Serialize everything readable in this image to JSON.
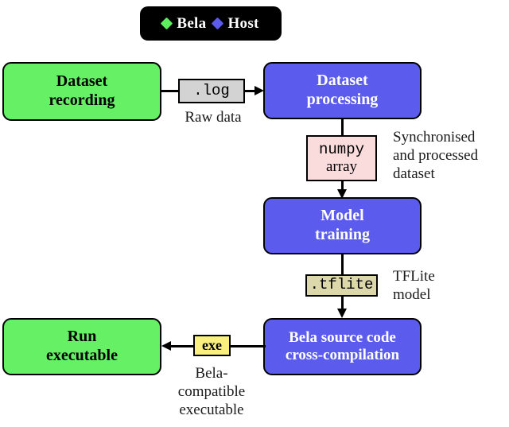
{
  "diagram": {
    "title": "Bela / Host machine-learning pipeline flowchart",
    "legend": {
      "items": [
        {
          "label": "Bela",
          "color": "#5CF05C",
          "marker": "diamond-marker"
        },
        {
          "label": "Host",
          "color": "#5B5BEE",
          "marker": "diamond-marker"
        }
      ],
      "background": "#000000",
      "text_color": "#ffffff"
    },
    "nodes": [
      {
        "id": "dataset-recording",
        "line1": "Dataset",
        "line2": "recording",
        "platform": "Bela",
        "fill": "#66F066",
        "text_color": "#000000"
      },
      {
        "id": "dataset-processing",
        "line1": "Dataset",
        "line2": "processing",
        "platform": "Host",
        "fill": "#5B5BEE",
        "text_color": "#ffffff"
      },
      {
        "id": "model-training",
        "line1": "Model",
        "line2": "training",
        "platform": "Host",
        "fill": "#5B5BEE",
        "text_color": "#ffffff"
      },
      {
        "id": "bela-source-code-cross-compilation",
        "line1": "Bela source code",
        "line2": "cross-compilation",
        "platform": "Host",
        "fill": "#5B5BEE",
        "text_color": "#ffffff"
      },
      {
        "id": "run-executable",
        "line1": "Run",
        "line2": "executable",
        "platform": "Bela",
        "fill": "#66F066",
        "text_color": "#000000"
      }
    ],
    "artifacts": [
      {
        "id": "log-file",
        "line1": ".log",
        "line2": "",
        "fill": "#D3D3D3",
        "caption": "Raw data"
      },
      {
        "id": "numpy-array",
        "line1": "numpy",
        "line2": "array",
        "fill": "#FADCDC",
        "caption": "Synchronised and processed dataset"
      },
      {
        "id": "tflite-model",
        "line1": ".tflite",
        "line2": "",
        "fill": "#DCD8AA",
        "caption": "TFLite model"
      },
      {
        "id": "exe-file",
        "line1": "exe",
        "line2": "",
        "fill": "#FAF080",
        "caption": "Bela-compatible executable"
      }
    ],
    "captions": {
      "raw_data": "Raw data",
      "synchronised_1": "Synchronised",
      "synchronised_2": "and processed",
      "synchronised_3": "dataset",
      "tflite_1": "TFLite",
      "tflite_2": "model",
      "exe_1": "Bela-",
      "exe_2": "compatible",
      "exe_3": "executable"
    }
  }
}
